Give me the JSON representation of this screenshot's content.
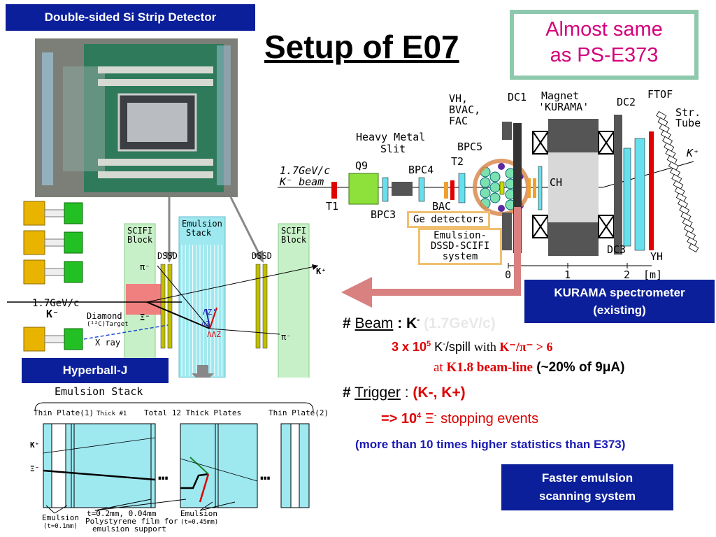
{
  "labels": {
    "dssd_title": "Double-sided Si Strip Detector",
    "slide_title": "Setup of E07",
    "almost_same": "Almost same as PS-E373",
    "kurama_tag": "KURAMA spectrometer (existing)",
    "hyperball_tag": "Hyperball-J",
    "faster_tag": "Faster emulsion scanning system"
  },
  "beamline": {
    "momentum": "1.7GeV/c",
    "beam": "K⁻ beam",
    "t1": "T1",
    "q9": "Q9",
    "bpc3": "BPC3",
    "heavy_metal": "Heavy Metal",
    "slit": "Slit",
    "bpc4": "BPC4",
    "t2": "T2",
    "bpc5": "BPC5",
    "bac": "BAC",
    "vh_bvac_fac": [
      "VH,",
      "BVAC,",
      "FAC"
    ],
    "dc1": "DC1",
    "magnet": [
      "Magnet",
      "'KURAMA'"
    ],
    "dc2": "DC2",
    "ftof": "FTOF",
    "str_tube": [
      "Str.",
      "Tube"
    ],
    "kplus": "K⁺",
    "ch": "CH",
    "ge_detectors": "Ge detectors",
    "emulsion_system": [
      "Emulsion-",
      "DSSD-SCIFI",
      "system"
    ],
    "dc3": "DC3",
    "yh": "YH",
    "scale": [
      "0",
      "1",
      "2",
      "[m]"
    ]
  },
  "setup": {
    "scifi_left": [
      "SCIFI",
      "Block"
    ],
    "emulsion_stack": [
      "Emulsion",
      "Stack"
    ],
    "scifi_right": [
      "SCIFI",
      "Block"
    ],
    "dssd_left": "DSSD",
    "dssd_right": "DSSD",
    "kplus": "K⁺",
    "momentum": "1.7GeV/c",
    "kminus": "K⁻",
    "diamond": "Diamond",
    "target": "(¹²C)Target",
    "xray": "X ray",
    "pi_minus": "π⁻",
    "xi": "Ξ⁻",
    "double_lambda": "ΛΛZ",
    "lambda_z": "ΛZ'",
    "lambda_z2": "ΛZ",
    "pi_minus2": "π⁻"
  },
  "plates": {
    "title": "Emulsion Stack",
    "thin1": "Thin Plate(1)",
    "thick1": "Thick #1",
    "total": "Total 12 Thick Plates",
    "thin2": "Thin Plate(2)",
    "kplus": "K⁺",
    "xi": "Ξ⁻",
    "dots1": "…",
    "dots2": "…",
    "emulsion_left": "Emulsion",
    "t_left": "(t=0.1mm)",
    "thickness": "t=0.2mm, 0.04mm",
    "polystyrene1": "Polystyrene film for",
    "polystyrene2": "emulsion support",
    "emulsion_right": "Emulsion",
    "t_right": "(t=0.45mm)"
  },
  "text": {
    "beam_hash": "#",
    "beam_label": "Beam",
    "beam_colon": " : K",
    "beam_minus": "-",
    "beam_faded": "(1.7GeV/c)",
    "rate_a": "3 x 10",
    "rate_exp": "5",
    "rate_b": " K",
    "rate_minus": "-",
    "rate_c": "/spill ",
    "with": "with",
    "ratio": " K⁻/π⁻",
    "gt6": "  > 6",
    "at": "at",
    "beamline": " K1.8 beam-line",
    "pct": " (~20% of 9μA)",
    "trig_hash": "#",
    "trig_label": "Trigger",
    "trig_colon": " : ",
    "trig_value": "(K-, K+)",
    "arrow": "=> 10",
    "arrow_exp": "4",
    "xi": " Ξ",
    "xi_minus": "-",
    "stopping": " stopping events",
    "stats": "(more than 10 times higher statistics than E373)"
  },
  "colors": {
    "tag_bg": "#0b1f9a",
    "almost_border": "#8ec9ad",
    "almost_text": "#d4007a",
    "arrow": "#d98080",
    "red": "#e00000",
    "blue": "#1a1ab4",
    "cyan": "#66e0ee"
  }
}
